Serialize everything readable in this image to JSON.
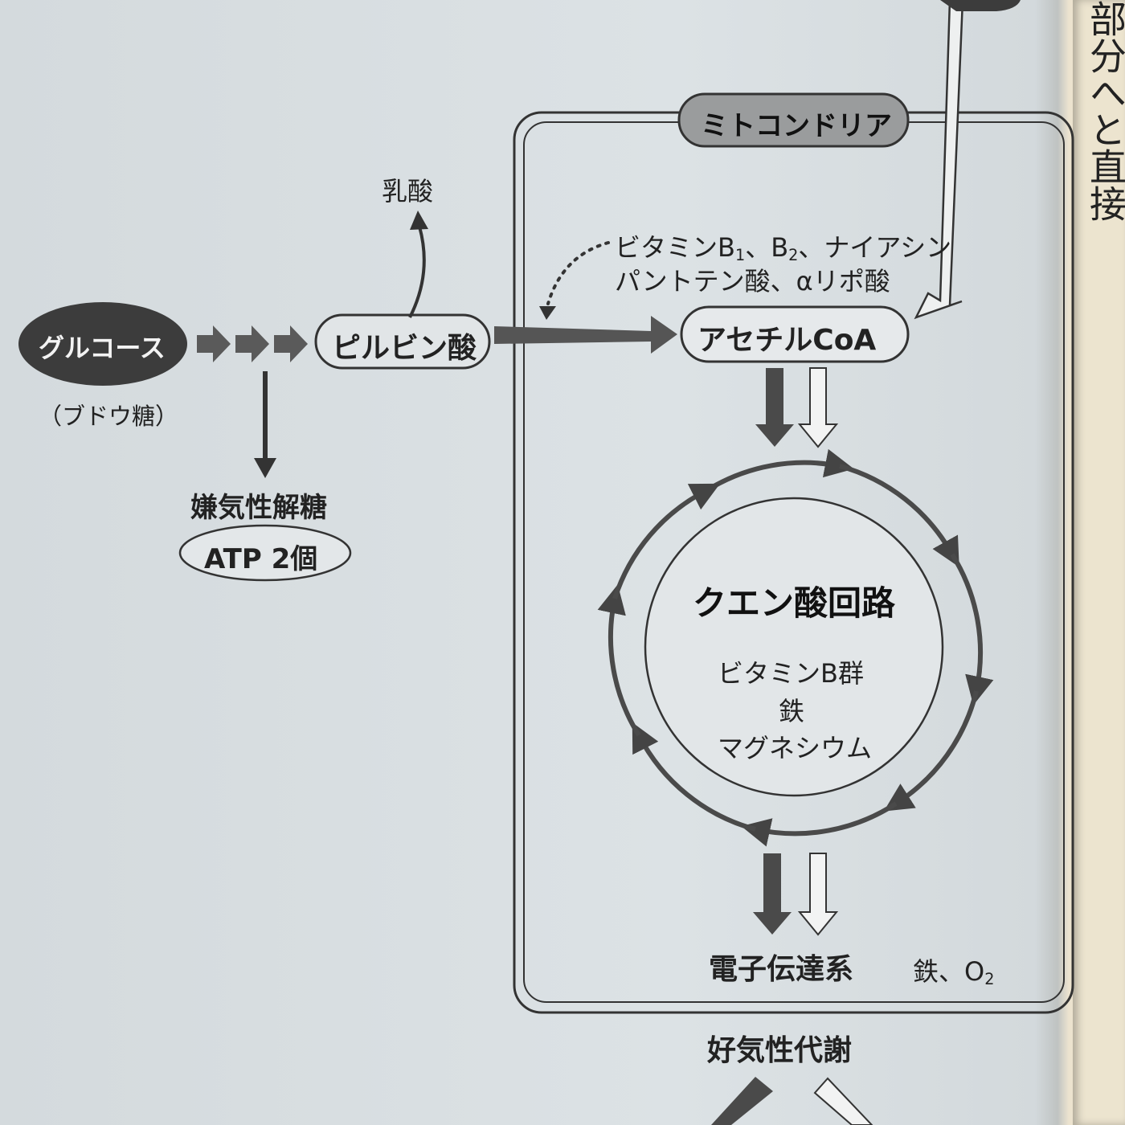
{
  "labels": {
    "mitochondria": "ミトコンドリア",
    "lactic_acid": "乳酸",
    "vitamins_line1_a": "ビタミンB",
    "vitamins_line1_sub1": "1",
    "vitamins_line1_b": "、B",
    "vitamins_line1_sub2": "2",
    "vitamins_line1_c": "、ナイアシン",
    "vitamins_line2": "パントテン酸、αリポ酸",
    "glucose": "グルコース",
    "glucose_note": "（ブドウ糖）",
    "pyruvic_acid": "ピルビン酸",
    "acetyl_coa": "アセチルCoA",
    "anaerobic_glycolysis": "嫌気性解糖",
    "atp": "ATP 2個",
    "citric_acid_cycle": "クエン酸回路",
    "cycle_cofactor_1": "ビタミンB群",
    "cycle_cofactor_2": "鉄",
    "cycle_cofactor_3": "マグネシウム",
    "electron_transport": "電子伝達系",
    "etc_cofactors_a": "鉄、O",
    "etc_cofactors_sub": "2",
    "aerobic_metabolism": "好気性代謝",
    "right_page_text": "部分へと直接"
  },
  "colors": {
    "dark_fill": "#3c3c3c",
    "arrow_gray": "#555555",
    "outline": "#333333",
    "page": "#d8dee1"
  }
}
